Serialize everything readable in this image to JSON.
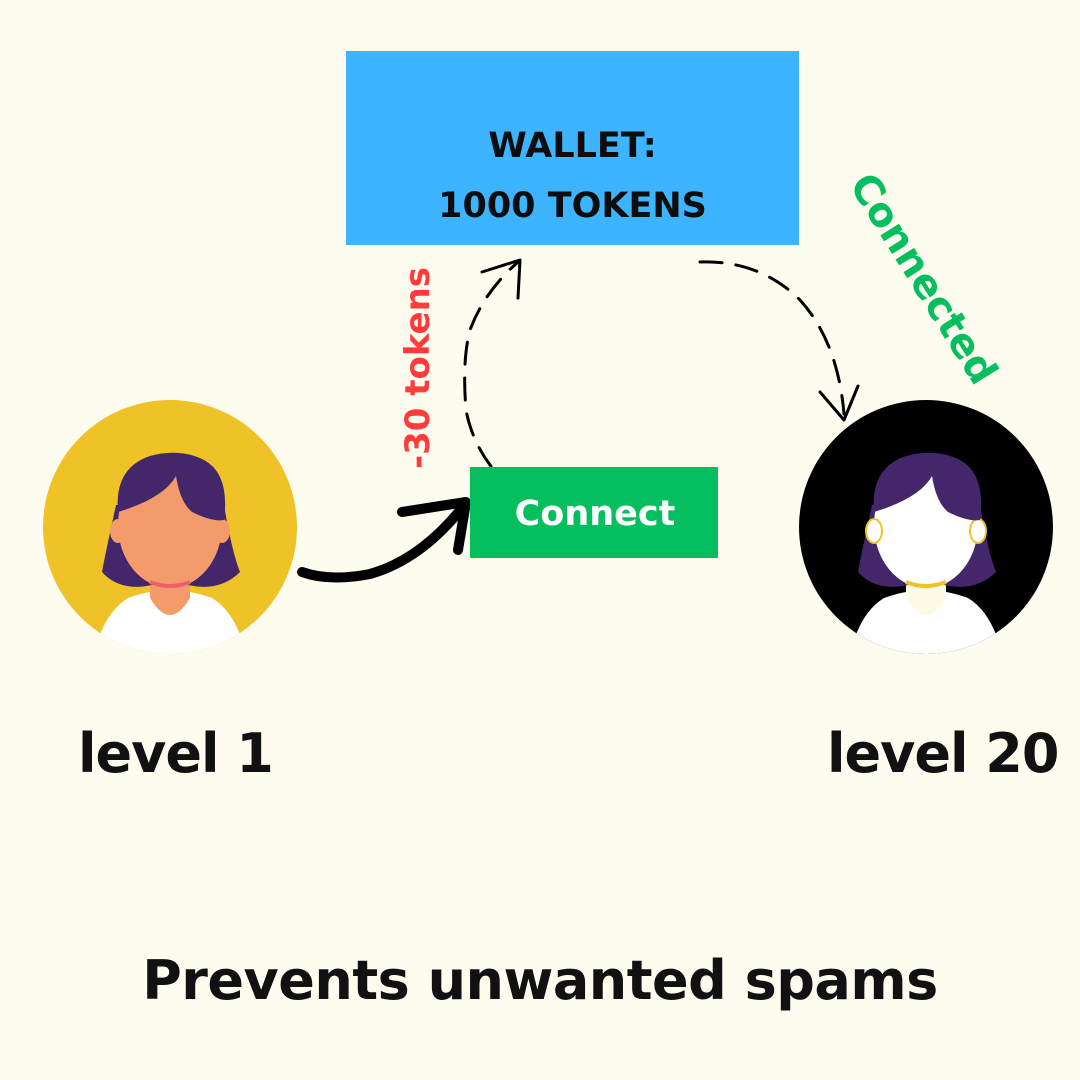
{
  "wallet": {
    "title": "WALLET:",
    "balance": "1000 TOKENS",
    "color": "#3cb4ff"
  },
  "connect_button": {
    "label": "Connect",
    "color": "#05bf5f"
  },
  "cost_annotation": "-30 tokens",
  "status_annotation": "Connected",
  "users": [
    {
      "label": "level 1",
      "avatar_bg": "#efc228",
      "icon": "woman-avatar-icon"
    },
    {
      "label": "level 20",
      "avatar_bg": "#000000",
      "icon": "woman-avatar-icon"
    }
  ],
  "caption": "Prevents unwanted spams",
  "colors": {
    "background": "#fefcee",
    "cost": "#ff3b3b",
    "status": "#05bf5f"
  }
}
